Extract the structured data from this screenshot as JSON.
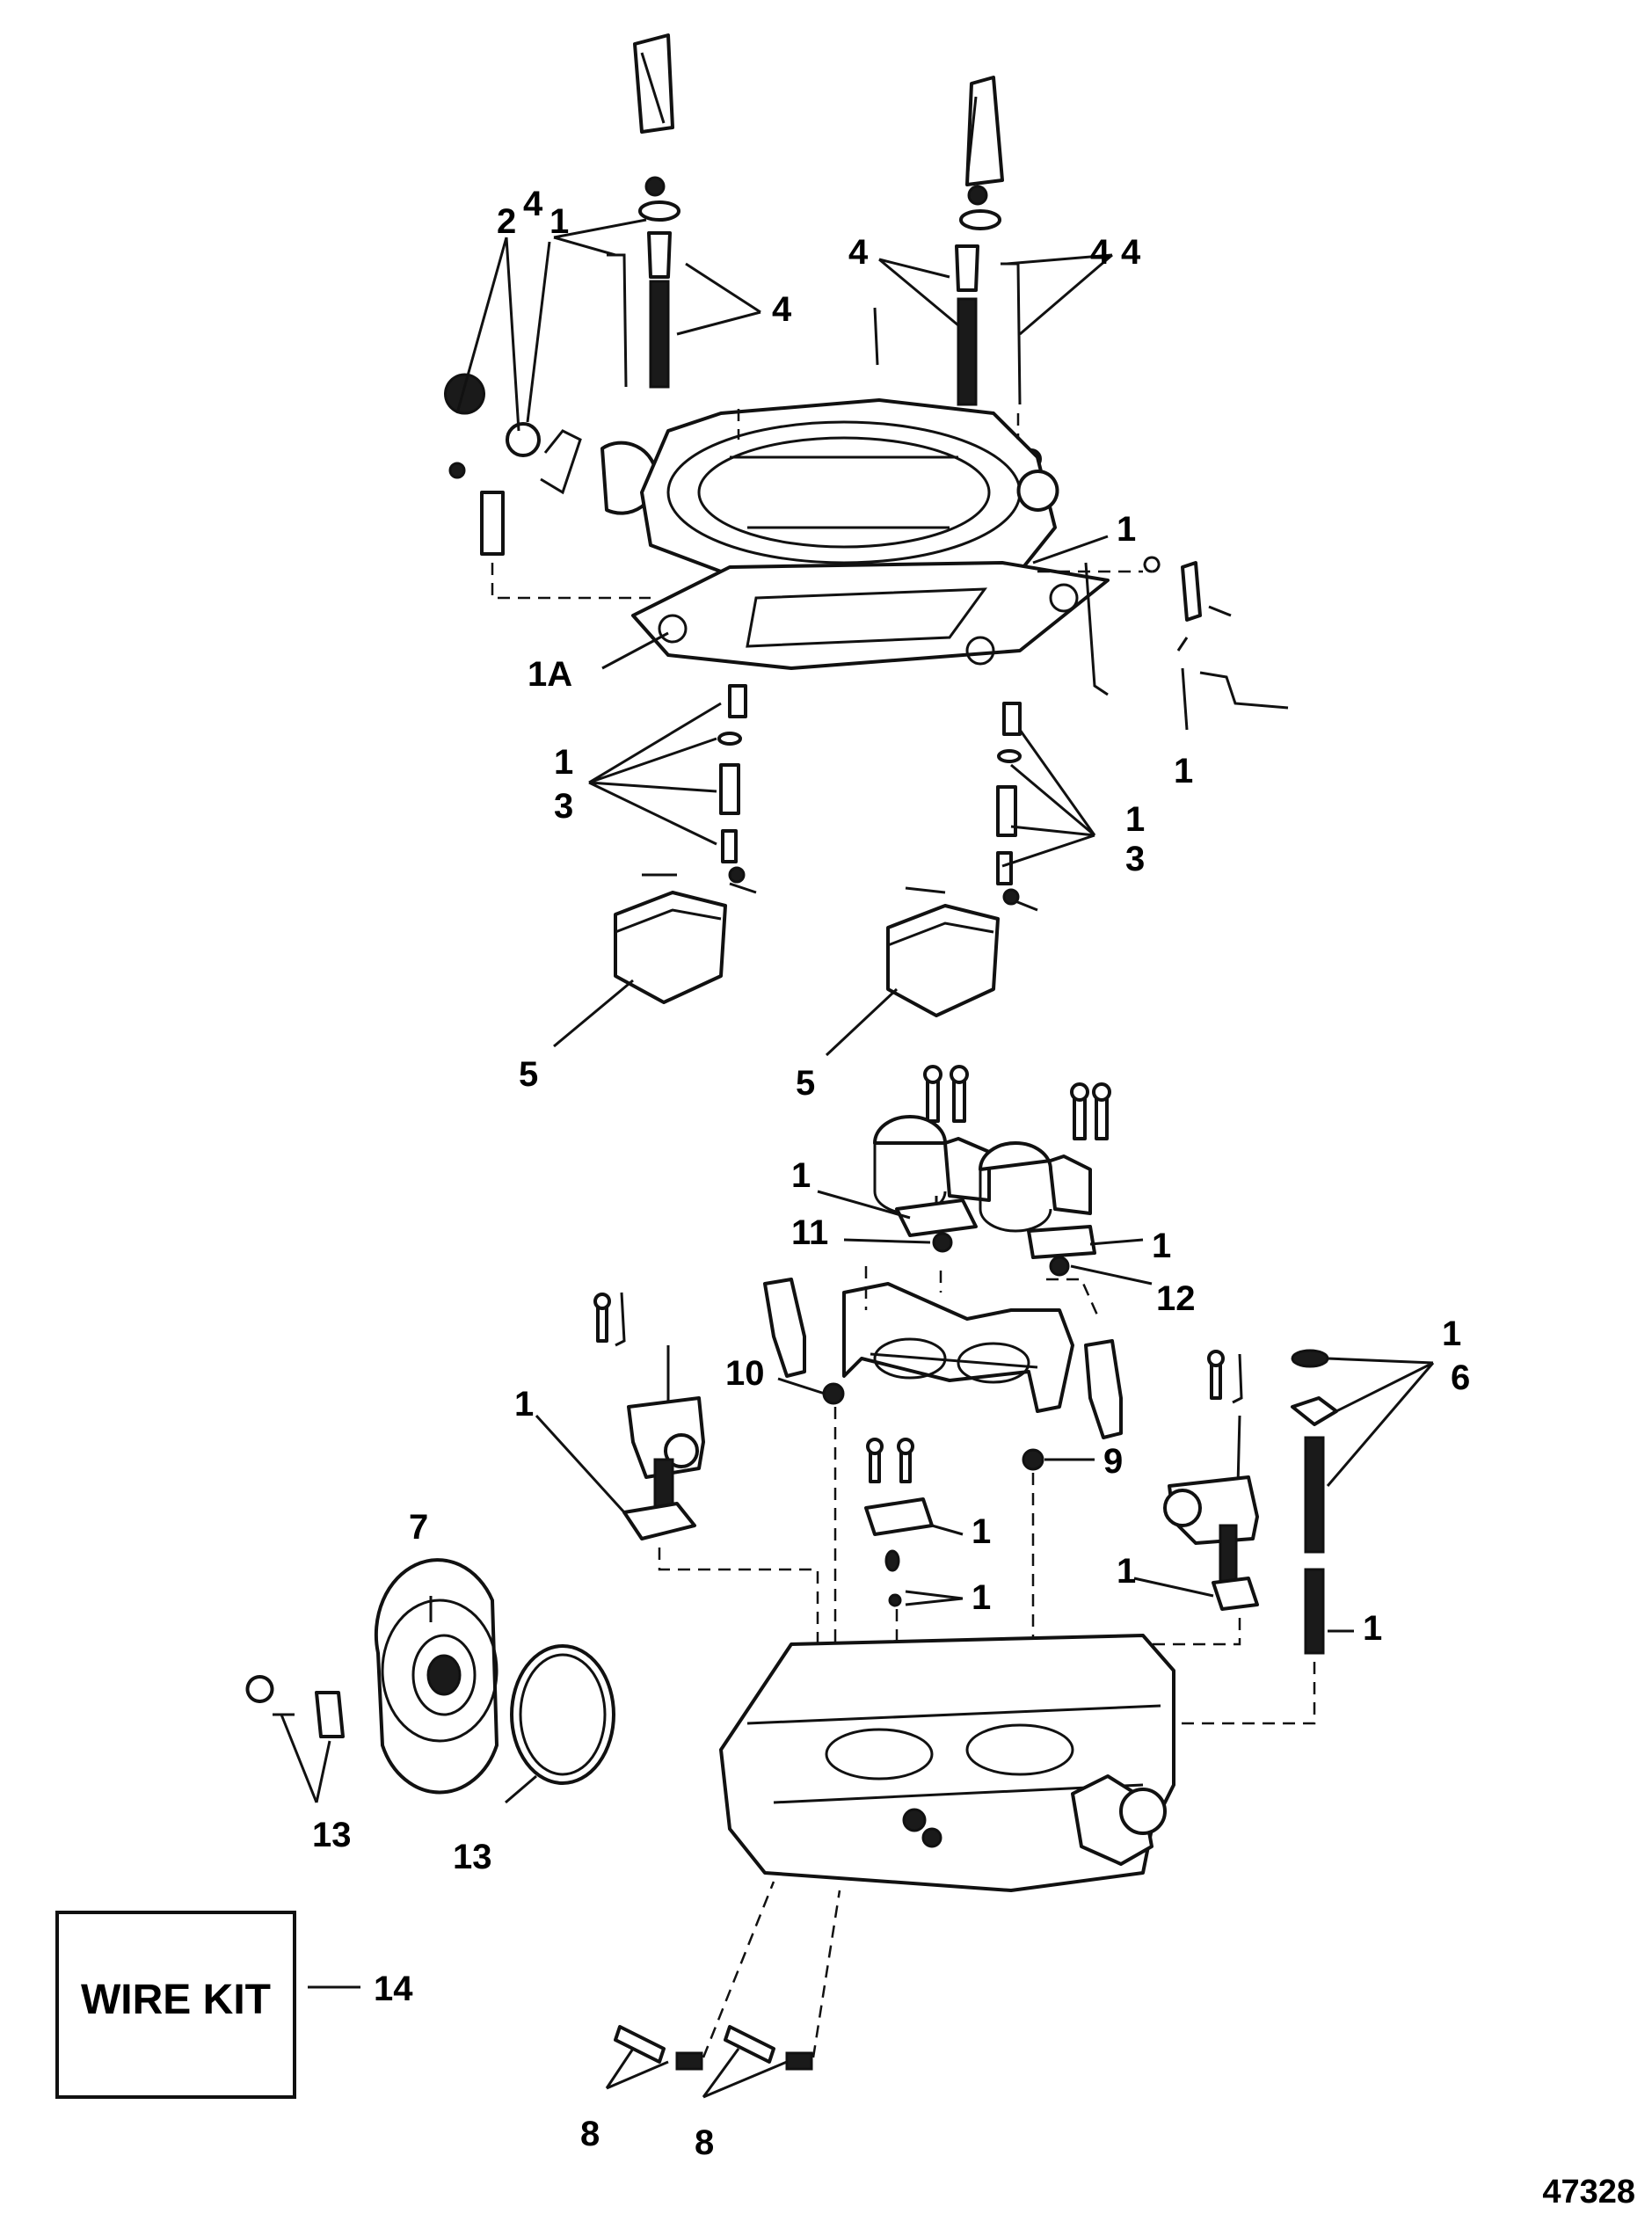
{
  "callouts": {
    "c4a": "4",
    "c4b": "4",
    "c4c": "4",
    "c4d": "4",
    "c4e": "4",
    "c2": "2",
    "c1a": "1",
    "c1b": "1",
    "c1A": "1A",
    "c1c": "1",
    "c1d": "1",
    "c3a": "3",
    "c1e": "1",
    "c3b": "3",
    "c5a": "5",
    "c5b": "5",
    "c1f": "1",
    "c11": "11",
    "c1g": "1",
    "c12": "12",
    "c1h": "1",
    "c6": "6",
    "c10": "10",
    "c9": "9",
    "c1i": "1",
    "c1j": "1",
    "c1k": "1",
    "c1l": "1",
    "c1m": "1",
    "c7": "7",
    "c13a": "13",
    "c13b": "13",
    "c14": "14",
    "c8a": "8",
    "c8b": "8"
  },
  "kit_box": {
    "label": "WIRE KIT"
  },
  "reference_number": "47328"
}
